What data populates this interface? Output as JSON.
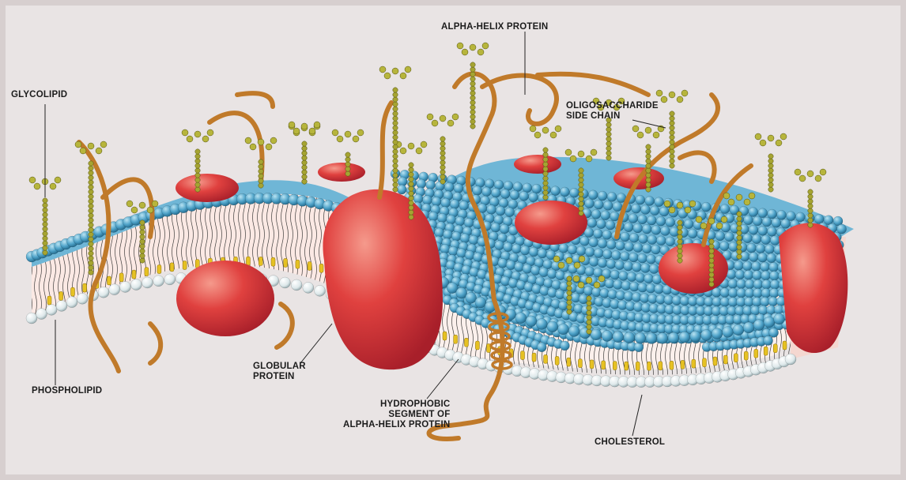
{
  "title": "",
  "colors": {
    "background": "#e9e4e4",
    "phospholipid_head_top": "#4fa3c9",
    "phospholipid_head_bottom": "#eef3f4",
    "protein": "#e0413f",
    "oligosaccharide": "#a6a432",
    "alpha_helix": "#e3a94a",
    "cholesterol": "#e6c123",
    "label_text": "#1c1c1c"
  },
  "labels": {
    "glycolipid": "GLYCOLIPID",
    "alpha_helix_protein": "ALPHA-HELIX PROTEIN",
    "oligosaccharide_side_chain": [
      "OLIGOSACCHARIDE",
      "SIDE CHAIN"
    ],
    "globular_protein": [
      "GLOBULAR",
      "PROTEIN"
    ],
    "hydrophobic_segment": [
      "HYDROPHOBIC",
      "SEGMENT OF",
      "ALPHA-HELIX PROTEIN"
    ],
    "phospholipid": "PHOSPHOLIPID",
    "cholesterol": "CHOLESTEROL"
  }
}
